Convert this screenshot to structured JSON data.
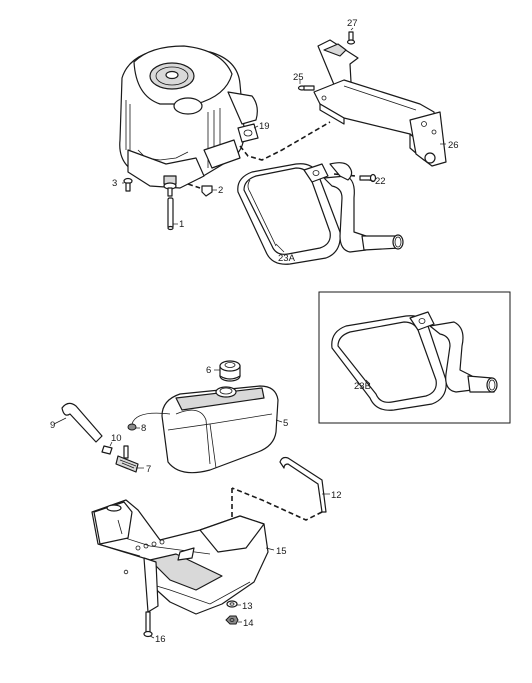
{
  "callouts": {
    "c1": "1",
    "c2": "2",
    "c3": "3",
    "c5": "5",
    "c6": "6",
    "c7": "7",
    "c8": "8",
    "c9": "9",
    "c10": "10",
    "c12": "12",
    "c13": "13",
    "c14": "14",
    "c15": "15",
    "c16": "16",
    "c19": "19",
    "c22": "22",
    "c23a": "23A",
    "c23b": "23B",
    "c25": "25",
    "c26": "26",
    "c27": "27"
  },
  "colors": {
    "line": "#1a1a1a",
    "shade": "#d9d9d9",
    "dark": "#8c8c8c"
  }
}
